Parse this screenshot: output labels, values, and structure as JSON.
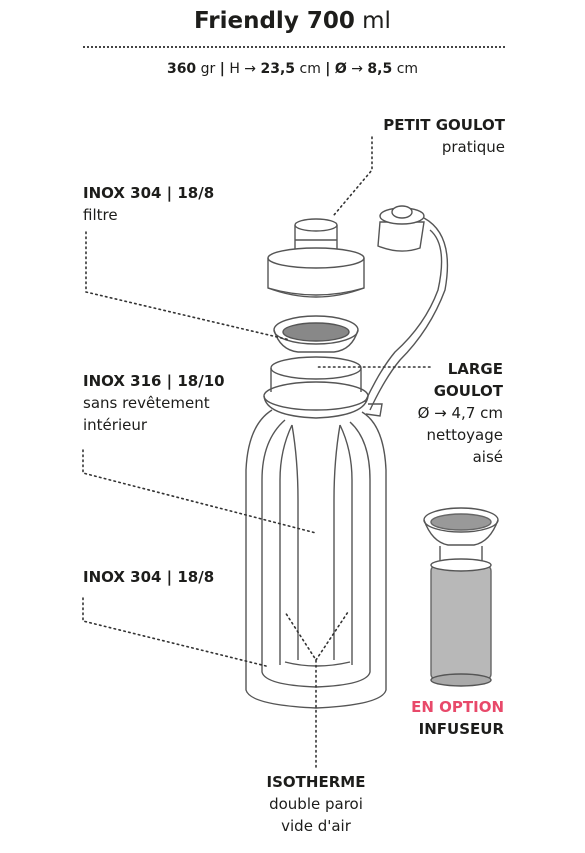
{
  "title": {
    "name": "Friendly 700",
    "unit": "ml"
  },
  "specs": {
    "weight": "360",
    "weight_unit": "gr",
    "sep1": "|",
    "height": "H → ",
    "height_val": "23,5",
    "height_unit": "cm",
    "sep2": "|",
    "diam_sym": "Ø",
    "diam": " → ",
    "diam_val": "8,5",
    "diam_unit": "cm"
  },
  "labels": {
    "petit_goulot": {
      "heading": "PETIT GOULOT",
      "sub": "pratique"
    },
    "filtre": {
      "heading": "INOX 304 | 18/8",
      "sub": "filtre"
    },
    "large_goulot": {
      "heading1": "LARGE",
      "heading2": "GOULOT",
      "diam_line": "Ø → 4,7 cm",
      "sub1": "nettoyage",
      "sub2": "aisé"
    },
    "inox316": {
      "heading": "INOX 316 | 18/10",
      "sub1": "sans revêtement",
      "sub2": "intérieur"
    },
    "inox304": {
      "heading": "INOX 304 | 18/8"
    },
    "option": {
      "heading1": "EN OPTION",
      "heading2": "INFUSEUR"
    },
    "isotherme": {
      "heading": "ISOTHERME",
      "sub1": "double paroi",
      "sub2": "vide d'air"
    }
  },
  "colors": {
    "ink": "#1d1d1b",
    "accent": "#e8496a",
    "leader": "#333333"
  }
}
